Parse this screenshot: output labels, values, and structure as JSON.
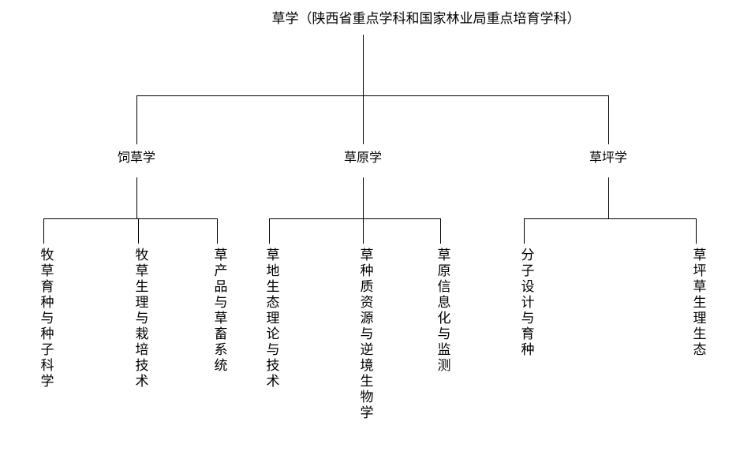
{
  "diagram": {
    "title_text": "草学（陕西省重点学科和国家林业局重点培育学科）",
    "line_color": "#000000",
    "background_color": "#ffffff",
    "root": {
      "label": "草学（陕西省重点学科和国家林业局重点培育学科）"
    },
    "branches": [
      {
        "label": "饲草学",
        "children": [
          {
            "label": "牧草育种与种子科学"
          },
          {
            "label": "牧草生理与栽培技术"
          },
          {
            "label": "草产品与草畜系统"
          }
        ]
      },
      {
        "label": "草原学",
        "children": [
          {
            "label": "草地生态理论与技术"
          },
          {
            "label": "草种质资源与逆境生物学"
          },
          {
            "label": "草原信息化与监测"
          }
        ]
      },
      {
        "label": "草坪学",
        "children": [
          {
            "label": "分子设计与育种"
          },
          {
            "label": "草坪草生理生态"
          }
        ]
      }
    ]
  }
}
